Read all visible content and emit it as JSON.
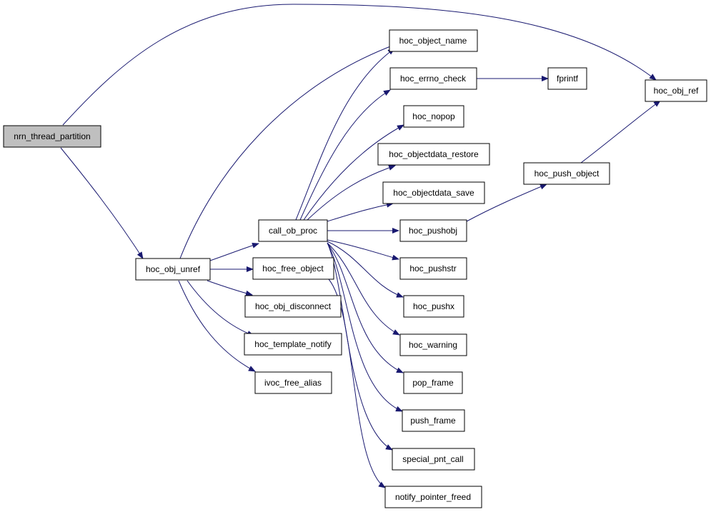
{
  "graph": {
    "root": "nrn_thread_partition",
    "colors": {
      "edge": "#191970",
      "root_fill": "#bfbfbf",
      "node_fill": "#ffffff",
      "node_border": "#000000"
    },
    "nodes": [
      {
        "id": "nrn_thread_partition",
        "label": "nrn_thread_partition"
      },
      {
        "id": "hoc_obj_unref",
        "label": "hoc_obj_unref"
      },
      {
        "id": "hoc_obj_ref",
        "label": "hoc_obj_ref"
      },
      {
        "id": "call_ob_proc",
        "label": "call_ob_proc"
      },
      {
        "id": "hoc_free_object",
        "label": "hoc_free_object"
      },
      {
        "id": "hoc_obj_disconnect",
        "label": "hoc_obj_disconnect"
      },
      {
        "id": "hoc_template_notify",
        "label": "hoc_template_notify"
      },
      {
        "id": "ivoc_free_alias",
        "label": "ivoc_free_alias"
      },
      {
        "id": "hoc_object_name",
        "label": "hoc_object_name"
      },
      {
        "id": "hoc_errno_check",
        "label": "hoc_errno_check"
      },
      {
        "id": "hoc_nopop",
        "label": "hoc_nopop"
      },
      {
        "id": "hoc_objectdata_restore",
        "label": "hoc_objectdata_restore"
      },
      {
        "id": "hoc_objectdata_save",
        "label": "hoc_objectdata_save"
      },
      {
        "id": "hoc_pushobj",
        "label": "hoc_pushobj"
      },
      {
        "id": "hoc_pushstr",
        "label": "hoc_pushstr"
      },
      {
        "id": "hoc_pushx",
        "label": "hoc_pushx"
      },
      {
        "id": "hoc_warning",
        "label": "hoc_warning"
      },
      {
        "id": "pop_frame",
        "label": "pop_frame"
      },
      {
        "id": "push_frame",
        "label": "push_frame"
      },
      {
        "id": "special_pnt_call",
        "label": "special_pnt_call"
      },
      {
        "id": "notify_pointer_freed",
        "label": "notify_pointer_freed"
      },
      {
        "id": "fprintf",
        "label": "fprintf"
      },
      {
        "id": "hoc_push_object",
        "label": "hoc_push_object"
      }
    ],
    "edges": [
      {
        "from": "nrn_thread_partition",
        "to": "hoc_obj_ref"
      },
      {
        "from": "nrn_thread_partition",
        "to": "hoc_obj_unref"
      },
      {
        "from": "hoc_obj_unref",
        "to": "hoc_object_name"
      },
      {
        "from": "hoc_obj_unref",
        "to": "call_ob_proc"
      },
      {
        "from": "hoc_obj_unref",
        "to": "hoc_free_object"
      },
      {
        "from": "hoc_obj_unref",
        "to": "hoc_obj_disconnect"
      },
      {
        "from": "hoc_obj_unref",
        "to": "hoc_template_notify"
      },
      {
        "from": "hoc_obj_unref",
        "to": "ivoc_free_alias"
      },
      {
        "from": "call_ob_proc",
        "to": "hoc_object_name"
      },
      {
        "from": "call_ob_proc",
        "to": "hoc_errno_check"
      },
      {
        "from": "call_ob_proc",
        "to": "hoc_nopop"
      },
      {
        "from": "call_ob_proc",
        "to": "hoc_objectdata_restore"
      },
      {
        "from": "call_ob_proc",
        "to": "hoc_objectdata_save"
      },
      {
        "from": "call_ob_proc",
        "to": "hoc_pushobj"
      },
      {
        "from": "call_ob_proc",
        "to": "hoc_pushstr"
      },
      {
        "from": "call_ob_proc",
        "to": "hoc_pushx"
      },
      {
        "from": "call_ob_proc",
        "to": "hoc_warning"
      },
      {
        "from": "call_ob_proc",
        "to": "pop_frame"
      },
      {
        "from": "call_ob_proc",
        "to": "push_frame"
      },
      {
        "from": "call_ob_proc",
        "to": "special_pnt_call"
      },
      {
        "from": "hoc_free_object",
        "to": "notify_pointer_freed"
      },
      {
        "from": "hoc_errno_check",
        "to": "fprintf"
      },
      {
        "from": "hoc_pushobj",
        "to": "hoc_push_object"
      },
      {
        "from": "hoc_push_object",
        "to": "hoc_obj_ref"
      }
    ]
  }
}
